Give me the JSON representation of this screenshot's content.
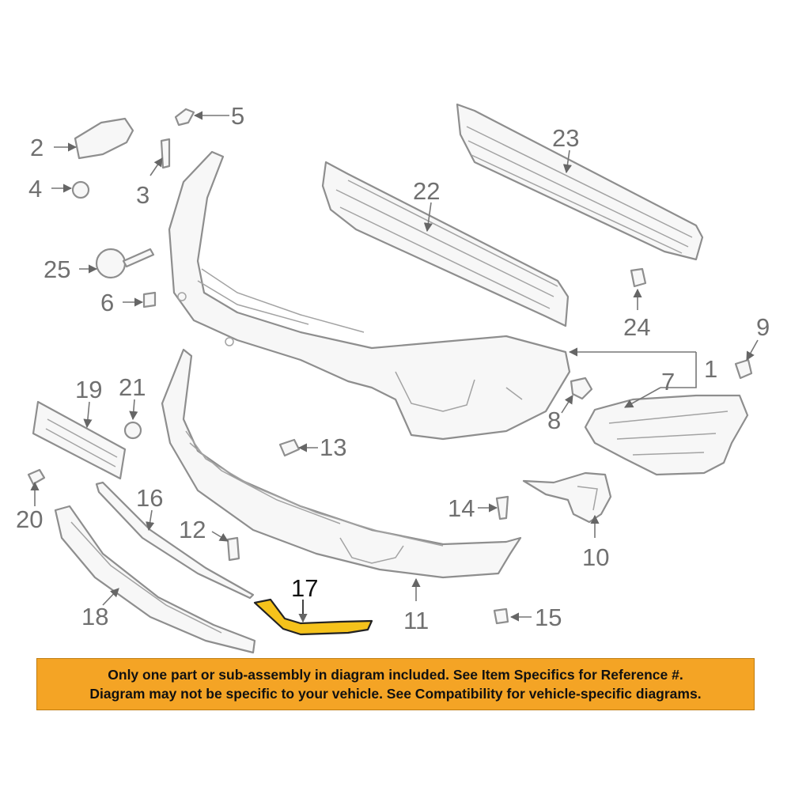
{
  "callouts": {
    "c1": "1",
    "c2": "2",
    "c3": "3",
    "c4": "4",
    "c5": "5",
    "c6": "6",
    "c7": "7",
    "c8": "8",
    "c9": "9",
    "c10": "10",
    "c11": "11",
    "c12": "12",
    "c13": "13",
    "c14": "14",
    "c15": "15",
    "c16": "16",
    "c17": "17",
    "c18": "18",
    "c19": "19",
    "c20": "20",
    "c21": "21",
    "c22": "22",
    "c23": "23",
    "c24": "24",
    "c25": "25"
  },
  "highlight_color": "#f5c21b",
  "banner": {
    "line1": "Only one part or sub-assembly in diagram included. See Item Specifics for Reference #.",
    "line2": "Diagram may not be specific to your vehicle. See Compatibility for vehicle-specific diagrams.",
    "background": "#f4a425"
  }
}
